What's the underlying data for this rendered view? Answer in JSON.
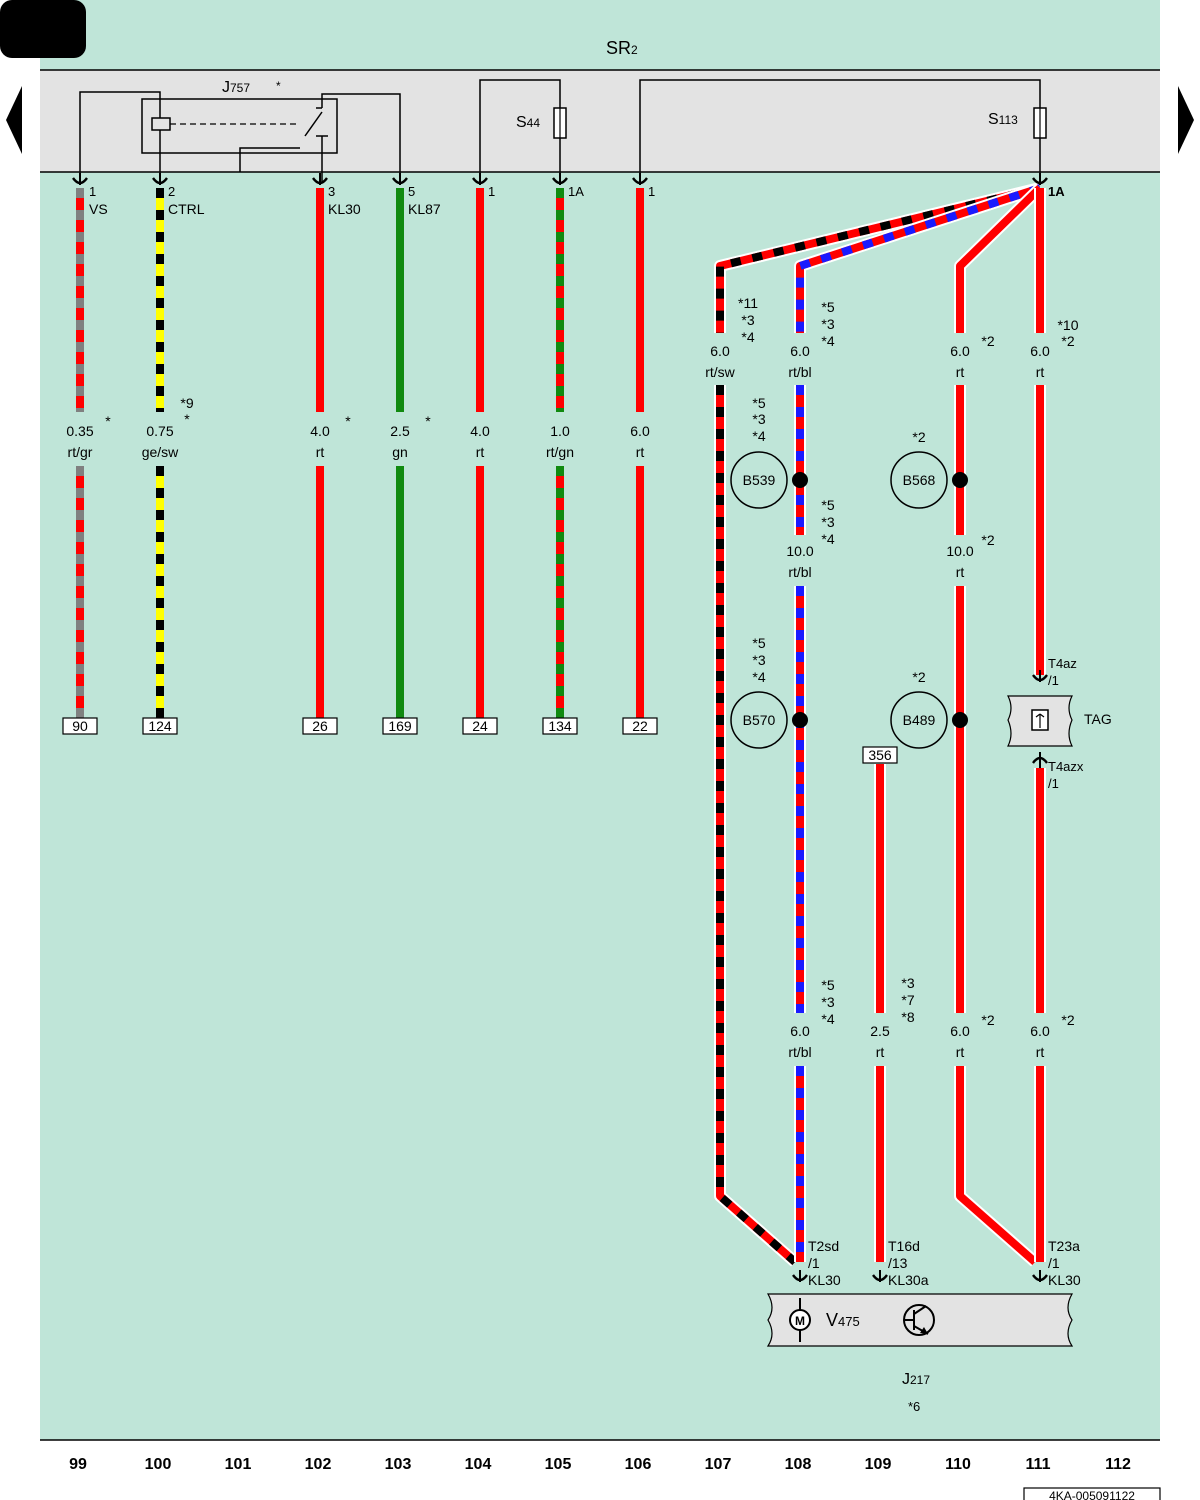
{
  "colors": {
    "background": "#bfe5d8",
    "rail": "#e3e3e3",
    "red": "#ff0000",
    "black": "#000000",
    "green": "#108a10",
    "blue": "#1a1aff",
    "yellow": "#ffff00",
    "grey": "#808080",
    "component_box": "#e3e3e3"
  },
  "diagram": {
    "supply_rail": "SR",
    "supply_rail_sub": "2",
    "relay": {
      "name": "J",
      "sub": "757",
      "note": "*"
    },
    "fuse_s44": {
      "name": "S",
      "sub": "44"
    },
    "fuse_s113": {
      "name": "S",
      "sub": "113"
    },
    "motor": {
      "name": "V",
      "sub": "475"
    },
    "control_unit": {
      "name": "J",
      "sub": "217",
      "note": "*6"
    },
    "tag_label": "TAG",
    "t4az_top": "T4az",
    "t4az_top_pin": "/1",
    "t4az_bot": "T4azx",
    "t4az_bot_pin": "/1",
    "motor_symbol": "M",
    "image_code": "4KA-005091122"
  },
  "top_pins": [
    {
      "pin": "1",
      "sig": "VS"
    },
    {
      "pin": "2",
      "sig": "CTRL"
    },
    {
      "pin": "3",
      "sig": "KL30"
    },
    {
      "pin": "5",
      "sig": "KL87"
    },
    {
      "pin": "1",
      "sig": ""
    },
    {
      "pin": "1A",
      "sig": ""
    },
    {
      "pin": "1",
      "sig": ""
    },
    {
      "pin": "1A",
      "sig": ""
    }
  ],
  "wire_labels_left": [
    {
      "size": "0.35",
      "color": "rt/gr",
      "note": "*",
      "note2": ""
    },
    {
      "size": "0.75",
      "color": "ge/sw",
      "note": "*9",
      "note2": "*"
    },
    {
      "size": "4.0",
      "color": "rt",
      "note": "*",
      "note2": ""
    },
    {
      "size": "2.5",
      "color": "gn",
      "note": "*",
      "note2": ""
    },
    {
      "size": "4.0",
      "color": "rt",
      "note": "",
      "note2": ""
    },
    {
      "size": "1.0",
      "color": "rt/gn",
      "note": "",
      "note2": ""
    },
    {
      "size": "6.0",
      "color": "rt",
      "note": "",
      "note2": ""
    }
  ],
  "ref_boxes": [
    "90",
    "124",
    "26",
    "169",
    "24",
    "134",
    "22",
    "356"
  ],
  "right_labels": [
    {
      "size": "6.0",
      "color": "rt/sw",
      "notes": [
        "*11",
        "*3",
        "*4"
      ]
    },
    {
      "size": "6.0",
      "color": "rt/bl",
      "notes": [
        "*5",
        "*3",
        "*4"
      ]
    },
    {
      "size": "6.0",
      "color": "rt",
      "notes": [
        "*2"
      ]
    },
    {
      "size": "6.0",
      "color": "rt",
      "notes": [
        "*10",
        "*2"
      ]
    },
    {
      "size": "10.0",
      "color": "rt/bl",
      "notes": [
        "*5",
        "*3",
        "*4"
      ]
    },
    {
      "size": "10.0",
      "color": "rt",
      "notes": [
        "*2"
      ]
    },
    {
      "size": "6.0",
      "color": "rt/bl",
      "notes": [
        "*5",
        "*3",
        "*4"
      ]
    },
    {
      "size": "2.5",
      "color": "rt",
      "notes": [
        "*3",
        "*7",
        "*8"
      ]
    },
    {
      "size": "6.0",
      "color": "rt",
      "notes": [
        "*2"
      ]
    },
    {
      "size": "6.0",
      "color": "rt",
      "notes": [
        "*2"
      ]
    }
  ],
  "splices": [
    {
      "name": "B539",
      "notes": [
        "*5",
        "*3",
        "*4"
      ]
    },
    {
      "name": "B568",
      "notes": [
        "*2"
      ]
    },
    {
      "name": "B570",
      "notes": [
        "*5",
        "*3",
        "*4"
      ]
    },
    {
      "name": "B489",
      "notes": [
        "*2"
      ]
    }
  ],
  "bottom_connectors": [
    {
      "name": "T2sd",
      "pin": "/1",
      "sig": "KL30"
    },
    {
      "name": "T16d",
      "pin": "/13",
      "sig": "KL30a"
    },
    {
      "name": "T23a",
      "pin": "/1",
      "sig": "KL30"
    }
  ],
  "columns": [
    "99",
    "100",
    "101",
    "102",
    "103",
    "104",
    "105",
    "106",
    "107",
    "108",
    "109",
    "110",
    "111",
    "112"
  ]
}
